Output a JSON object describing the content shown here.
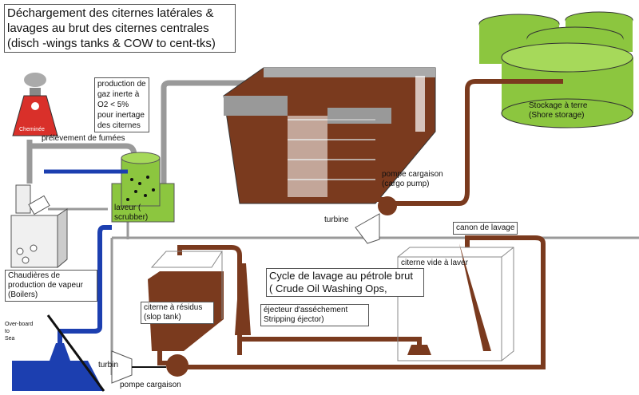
{
  "title": {
    "line1": "Déchargement des citernes latérales &",
    "line2": "lavages au brut des citernes centrales",
    "line3": "(disch -wings tanks & COW to cent-tks)"
  },
  "labels": {
    "chimney": "Cheminée",
    "inert_gas": [
      "production de",
      "gaz inerte à",
      "O2  <  5%",
      "pour inertage",
      "des citernes"
    ],
    "flue_gas": "prélèvement de fumées",
    "scrubber": [
      "laveur (",
      "scrubber)"
    ],
    "boilers": [
      "Chaudières de",
      "production de vapeur",
      "(Boilers)"
    ],
    "overboard": [
      "Over-board",
      "to",
      "Sea"
    ],
    "cargo_pump_top": [
      "pompe cargaison",
      "(cargo pump)"
    ],
    "turbine_top": "turbine",
    "shore_storage": [
      "Stockage à terre",
      "(Shore storage)"
    ],
    "washing_gun": "canon de lavage",
    "empty_tank": "citerne vide à laver",
    "cow_cycle": [
      "Cycle de lavage au pétrole brut",
      "( Crude Oil Washing Ops,"
    ],
    "ejector": [
      "éjecteur d'asséchement",
      "Stripping éjector)"
    ],
    "slop_tank": [
      "citerne à résidus",
      "(slop tank)"
    ],
    "turbine_bottom": "turbin",
    "cargo_pump_bottom": "pompe cargaison"
  },
  "colors": {
    "cargo": "#7a3a1e",
    "inert_gas": "#a9a9a9",
    "sea": "#1c3fb0",
    "scrubber": "#8cc63f",
    "chimney": "#d9302a",
    "storage": "#8cc63f"
  }
}
